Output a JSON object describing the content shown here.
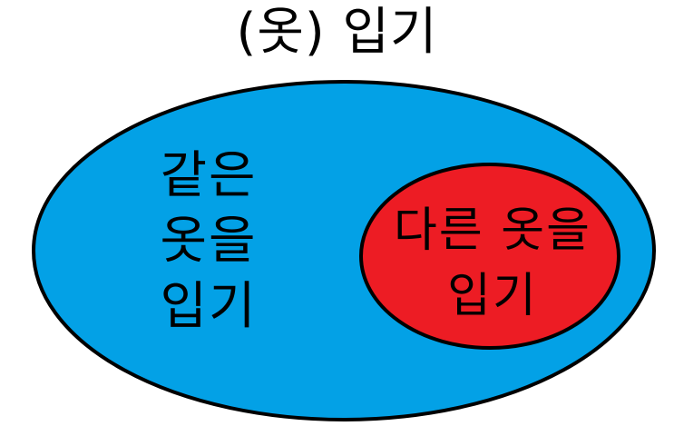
{
  "title": "(옷) 입기",
  "outer_set": {
    "lines": [
      "같은",
      "옷을",
      "입기"
    ],
    "fill_color": "#03A1E6"
  },
  "inner_set": {
    "lines": [
      "다른 옷을",
      "입기"
    ],
    "fill_color": "#ED1C24"
  },
  "outline_color": "#000000"
}
